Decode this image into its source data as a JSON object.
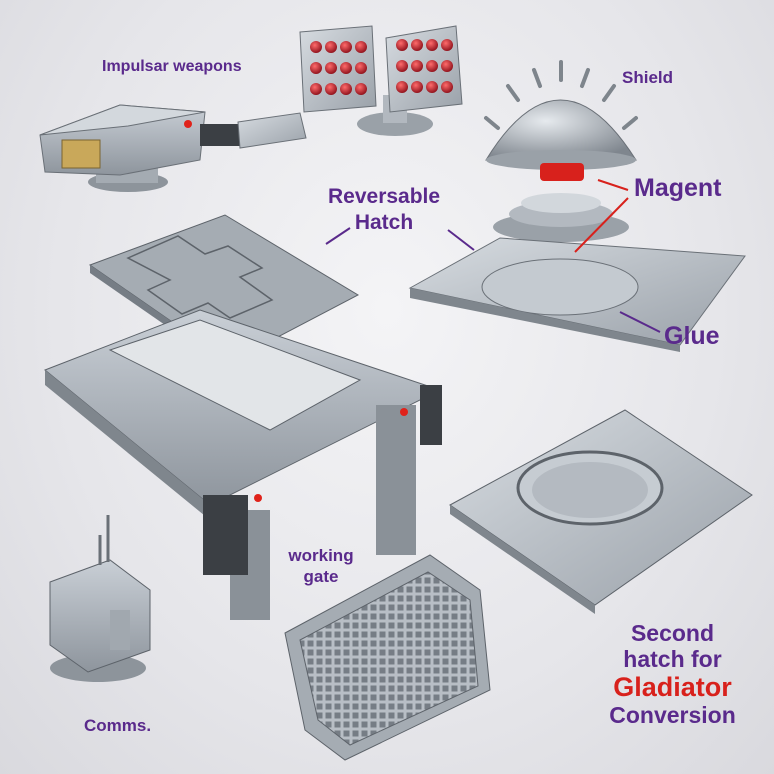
{
  "labels": {
    "impulsar": "Impulsar weapons",
    "shield": "Shield",
    "reversable_line1": "Reversable",
    "reversable_line2": "Hatch",
    "magent": "Magent",
    "glue": "Glue",
    "working_line1": "working",
    "working_line2": "gate",
    "comms": "Comms.",
    "second_line1": "Second",
    "second_line2": "hatch for",
    "second_line3": "Gladiator",
    "second_line4": "Conversion"
  },
  "colors": {
    "label_purple": "#5a2a8c",
    "accent_red": "#d8211c",
    "part_grey": "#a9b0b8"
  }
}
